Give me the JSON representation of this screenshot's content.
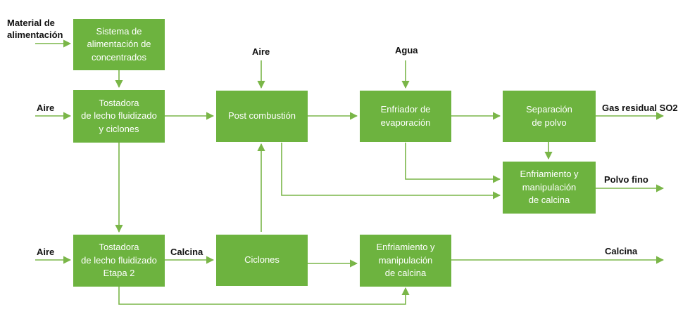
{
  "colors": {
    "box_fill": "#6db33f",
    "box_text": "#ffffff",
    "arrow": "#7ab648",
    "label_text": "#111111"
  },
  "boxes": {
    "sistema": "Sistema de\nalimentación de\nconcentrados",
    "tostadora1": "Tostadora\nde lecho fluidizado\ny ciclones",
    "post": "Post combustión",
    "enfriador": "Enfriador de\nevaporación",
    "separacion": "Separación\nde polvo",
    "enfriamiento_calcina_top": "Enfriamiento y\nmanipulación\nde calcina",
    "tostadora2": "Tostadora\nde lecho fluidizado\nEtapa 2",
    "ciclones": "Ciclones",
    "enfriamiento_calcina_bottom": "Enfriamiento y\nmanipulación\nde calcina"
  },
  "labels": {
    "material": "Material de\nalimentación",
    "aire_1": "Aire",
    "aire_post": "Aire",
    "agua": "Agua",
    "gas_residual": "Gas residual SO2",
    "polvo_fino": "Polvo fino",
    "aire_2": "Aire",
    "calcina_mid": "Calcina",
    "calcina_out": "Calcina"
  }
}
